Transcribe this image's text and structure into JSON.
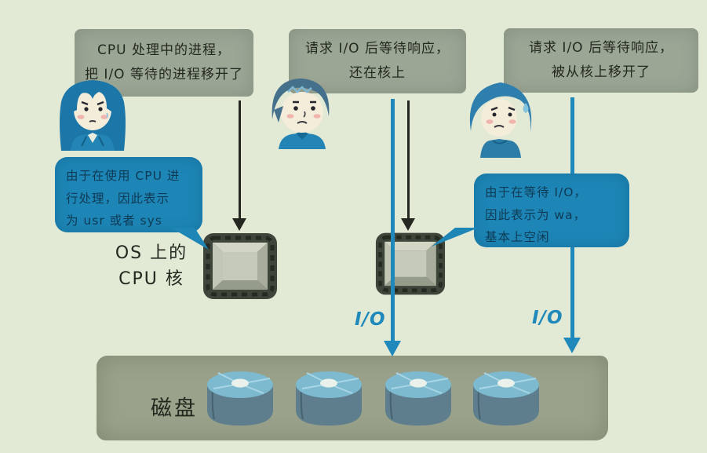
{
  "scene": {
    "background_color": "#e2e9d5",
    "accent_blue": "#1d86b6",
    "bubble_gray": "#9ca695",
    "disk_band_gray": "#9aa28b",
    "arrow_black": "#23271f"
  },
  "top_bubbles": [
    {
      "lines": [
        "CPU 处理中的进程，",
        "把 I/O 等待的进程移开了"
      ]
    },
    {
      "lines": [
        "请求 I/O 后等待响应，",
        "还在核上"
      ]
    },
    {
      "lines": [
        "请求 I/O 后等待响应，",
        "被从核上移开了"
      ]
    }
  ],
  "blue_bubbles": [
    {
      "lines": [
        "由于在使用 CPU 进",
        "行处理，因此表示",
        "为 usr 或者 sys"
      ]
    },
    {
      "lines": [
        "由于在等待 I/O，",
        "因此表示为 wa，",
        "基本上空闲"
      ]
    }
  ],
  "labels": {
    "cpu_core_line1": "OS 上的",
    "cpu_core_line2": "CPU 核",
    "io_left": "I/O",
    "io_right": "I/O",
    "disk": "磁盘"
  },
  "icons": {
    "cpu_chip": "cpu-chip-icon",
    "disk_cylinder": "disk-cylinder-icon",
    "characters": [
      "woman-long-hair",
      "boy-short-hair",
      "kid-round-hair"
    ]
  }
}
